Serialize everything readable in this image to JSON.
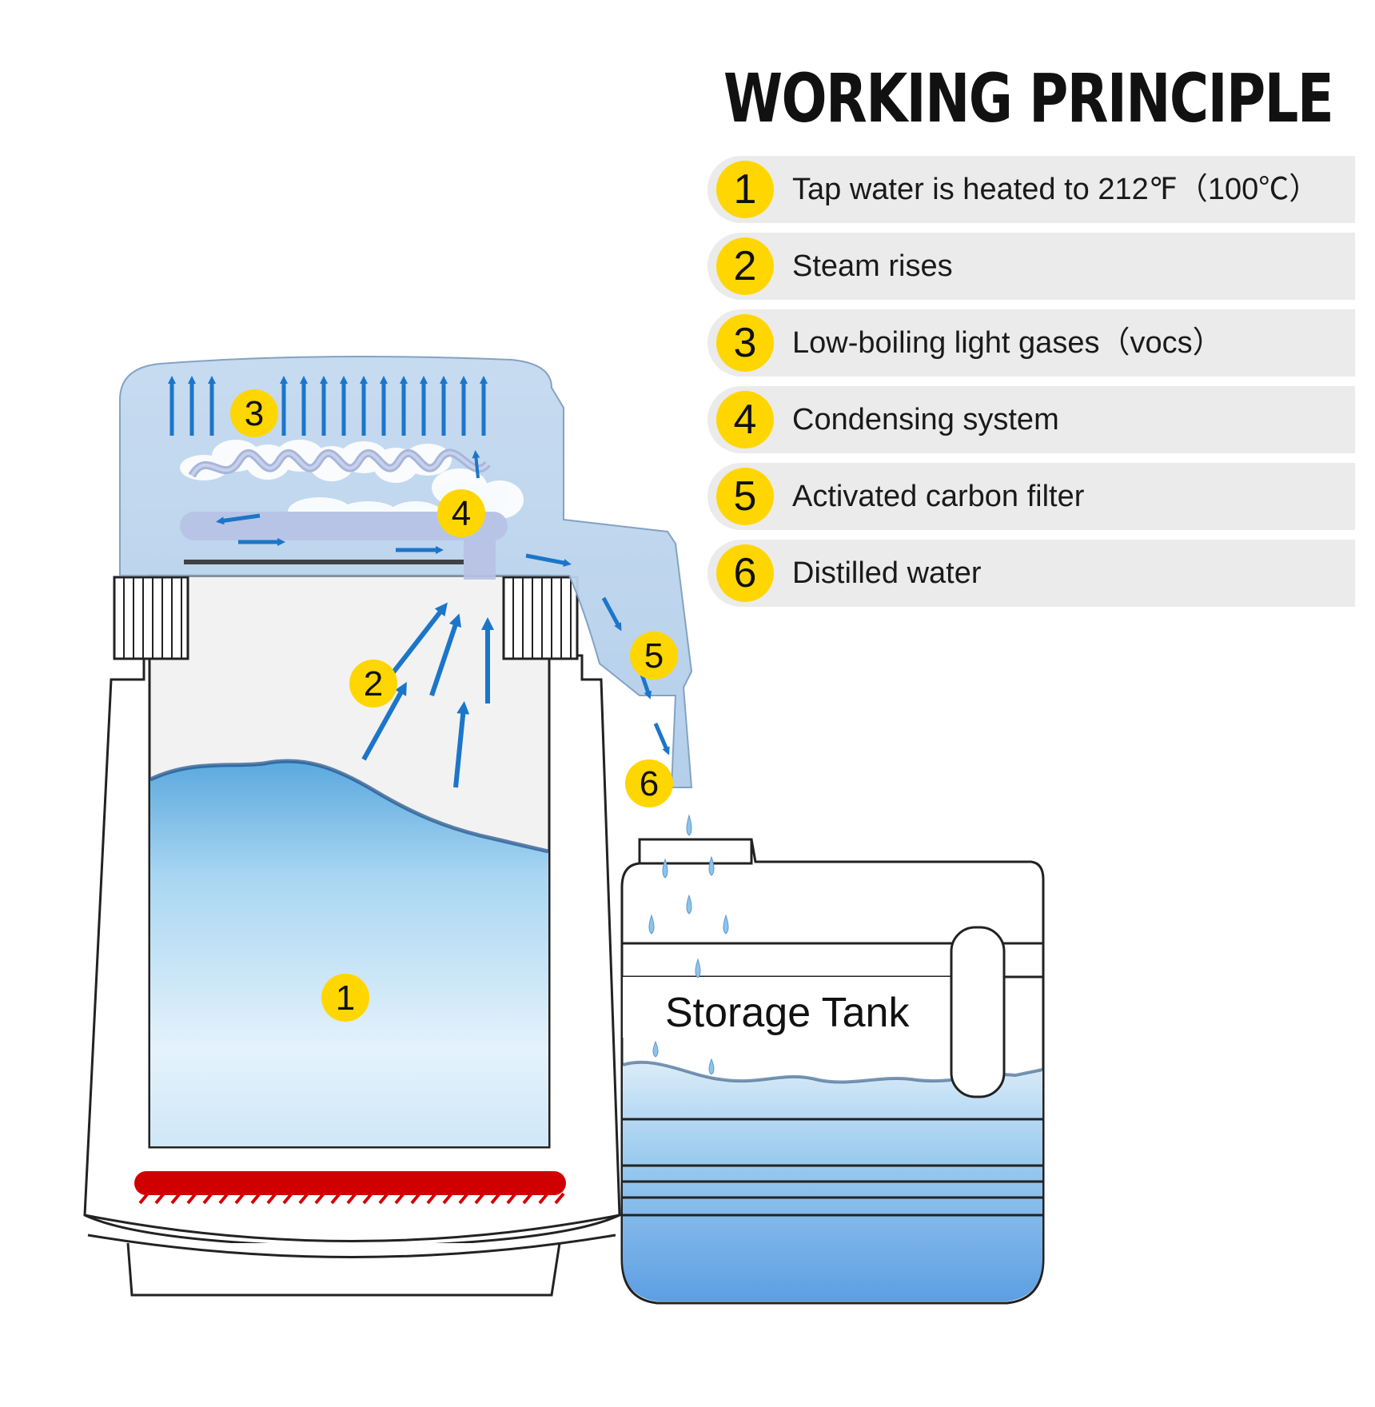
{
  "title": "WORKING PRINCIPLE",
  "steps": [
    {
      "number": "1",
      "text": "Tap water is heated to 212℉（100℃）"
    },
    {
      "number": "2",
      "text": "Steam rises"
    },
    {
      "number": "3",
      "text": "Low-boiling light gases（vocs）"
    },
    {
      "number": "4",
      "text": "Condensing system"
    },
    {
      "number": "5",
      "text": "Activated carbon filter"
    },
    {
      "number": "6",
      "text": "Distilled water"
    }
  ],
  "diagram": {
    "callouts": [
      "1",
      "2",
      "3",
      "4",
      "5",
      "6"
    ],
    "storage_tank_label": "Storage Tank"
  },
  "colors": {
    "callout_yellow": "#ffd600",
    "step_background": "#ebebeb",
    "arrow_blue": "#1b76c9",
    "lid_blue": "#bcd5ee",
    "water_blue": "#8fc6ec",
    "heater_red": "#d10000"
  }
}
